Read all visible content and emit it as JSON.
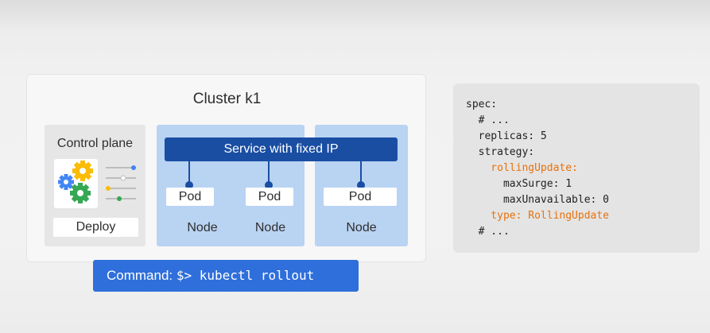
{
  "cluster": {
    "title": "Cluster k1",
    "control_plane": {
      "title": "Control plane",
      "deploy_label": "Deploy"
    },
    "service_label": "Service with fixed IP",
    "nodes": [
      {
        "pod_label": "Pod",
        "node_label": "Node"
      },
      {
        "pod_label": "Pod",
        "node_label": "Node"
      },
      {
        "pod_label": "Pod",
        "node_label": "Node"
      }
    ]
  },
  "command": {
    "prefix": "Command: ",
    "text": "$> kubectl rollout"
  },
  "yaml": {
    "lines": [
      {
        "text": "spec:",
        "highlight": false
      },
      {
        "text": "  # ...",
        "highlight": false
      },
      {
        "text": "  replicas: 5",
        "highlight": false
      },
      {
        "text": "  strategy:",
        "highlight": false
      },
      {
        "text": "    rollingUpdate:",
        "highlight": true
      },
      {
        "text": "      maxSurge: 1",
        "highlight": false
      },
      {
        "text": "      maxUnavailable: 0",
        "highlight": false
      },
      {
        "text": "    type: RollingUpdate",
        "highlight": true
      },
      {
        "text": "  # ...",
        "highlight": false
      }
    ]
  },
  "colors": {
    "service_blue": "#1a4ea3",
    "node_blue": "#b9d3f2",
    "command_blue": "#2f6fdc",
    "yaml_highlight": "#e8710a",
    "gear_blue": "#4285f4",
    "gear_yellow": "#fbbc04",
    "gear_green": "#34a853"
  }
}
